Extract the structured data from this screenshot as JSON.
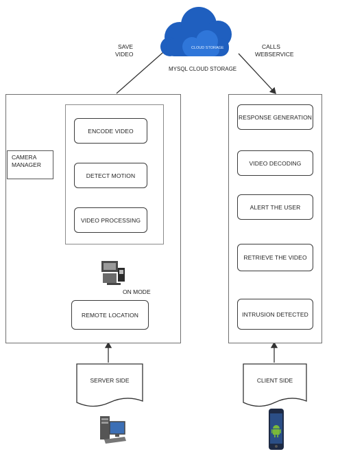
{
  "cloud": {
    "inner_label": "CLOUD STORAGE",
    "caption": "MYSQL CLOUD STORAGE"
  },
  "labels": {
    "save_video": [
      "SAVE",
      "VIDEO"
    ],
    "calls_webservice": [
      "CALLS",
      "WEBSERVICE"
    ],
    "on_mode": "ON MODE"
  },
  "server": {
    "camera_manager": [
      "CAMERA",
      "MANAGER"
    ],
    "steps": [
      "ENCODE VIDEO",
      "DETECT MOTION",
      "VIDEO PROCESSING"
    ],
    "remote_location": "REMOTE LOCATION",
    "side_label": "SERVER SIDE"
  },
  "client": {
    "steps": [
      "RESPONSE GENERATION",
      "VIDEO DECODING",
      "ALERT THE USER",
      "RETRIEVE THE VIDEO",
      "INTRUSION DETECTED"
    ],
    "side_label": "CLIENT SIDE"
  },
  "colors": {
    "cloud": "#1f5fbf",
    "cloud_light": "#2f76d9",
    "line": "#3a3a3a",
    "android_green": "#79b83a"
  }
}
